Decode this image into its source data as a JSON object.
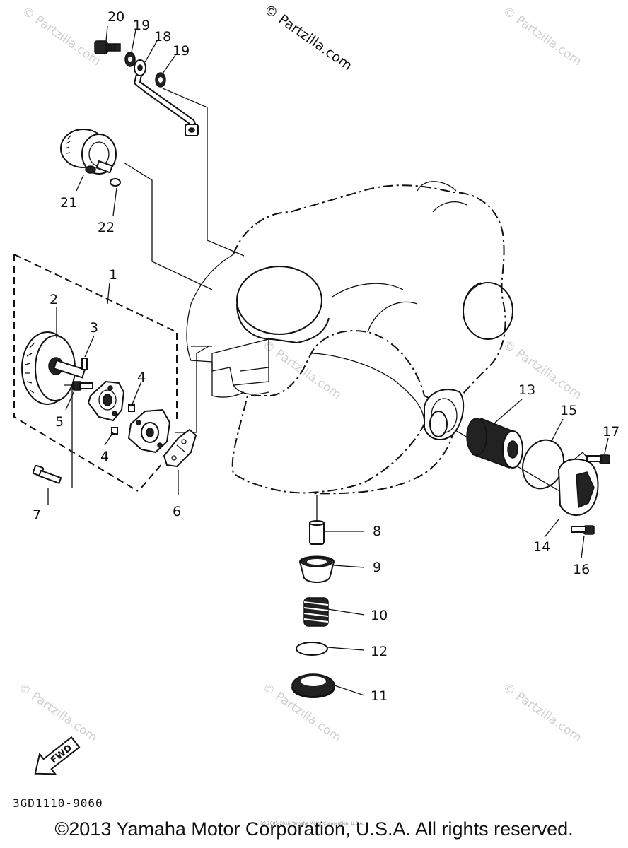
{
  "watermark": {
    "main": "© Partzilla.com",
    "repeat": "© Partzilla.com"
  },
  "callouts": {
    "c1": "1",
    "c2": "2",
    "c3": "3",
    "c4a": "4",
    "c4b": "4",
    "c5": "5",
    "c6": "6",
    "c7": "7",
    "c8": "8",
    "c9": "9",
    "c10": "10",
    "c11": "11",
    "c12": "12",
    "c13": "13",
    "c14": "14",
    "c15": "15",
    "c16": "16",
    "c17": "17",
    "c18": "18",
    "c19a": "19",
    "c19b": "19",
    "c20": "20",
    "c21": "21",
    "c22": "22"
  },
  "fwd_label": "FWD",
  "diagram_code": "3GD1110-9060",
  "tiny_notice": "(c) 2005-2016 Yamaha Motor Corporation, U.S.A.",
  "copyright": "©2013 Yamaha Motor Corporation, U.S.A. All rights reserved."
}
